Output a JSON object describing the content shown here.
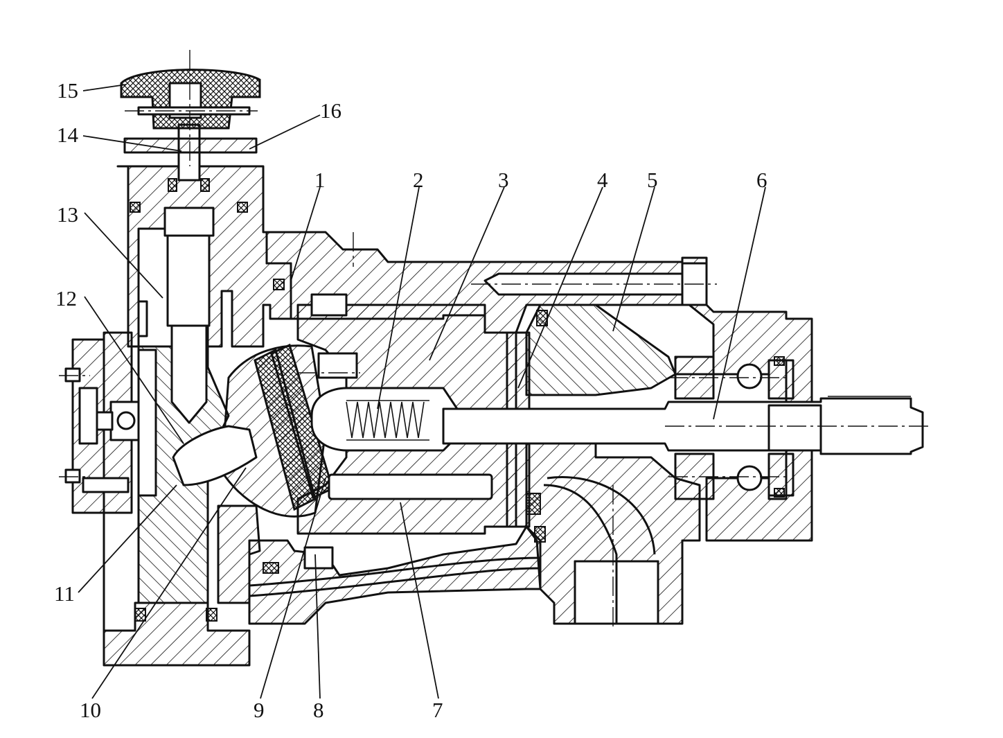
{
  "figure": {
    "labels": [
      {
        "id": "1",
        "text": "1"
      },
      {
        "id": "2",
        "text": "2"
      },
      {
        "id": "3",
        "text": "3"
      },
      {
        "id": "4",
        "text": "4"
      },
      {
        "id": "5",
        "text": "5"
      },
      {
        "id": "6",
        "text": "6"
      },
      {
        "id": "7",
        "text": "7"
      },
      {
        "id": "8",
        "text": "8"
      },
      {
        "id": "9",
        "text": "9"
      },
      {
        "id": "10",
        "text": "10"
      },
      {
        "id": "11",
        "text": "11"
      },
      {
        "id": "12",
        "text": "12"
      },
      {
        "id": "13",
        "text": "13"
      },
      {
        "id": "14",
        "text": "14"
      },
      {
        "id": "15",
        "text": "15"
      },
      {
        "id": "16",
        "text": "16"
      }
    ]
  },
  "colors": {
    "ink": "#111111",
    "paper": "#ffffff"
  }
}
